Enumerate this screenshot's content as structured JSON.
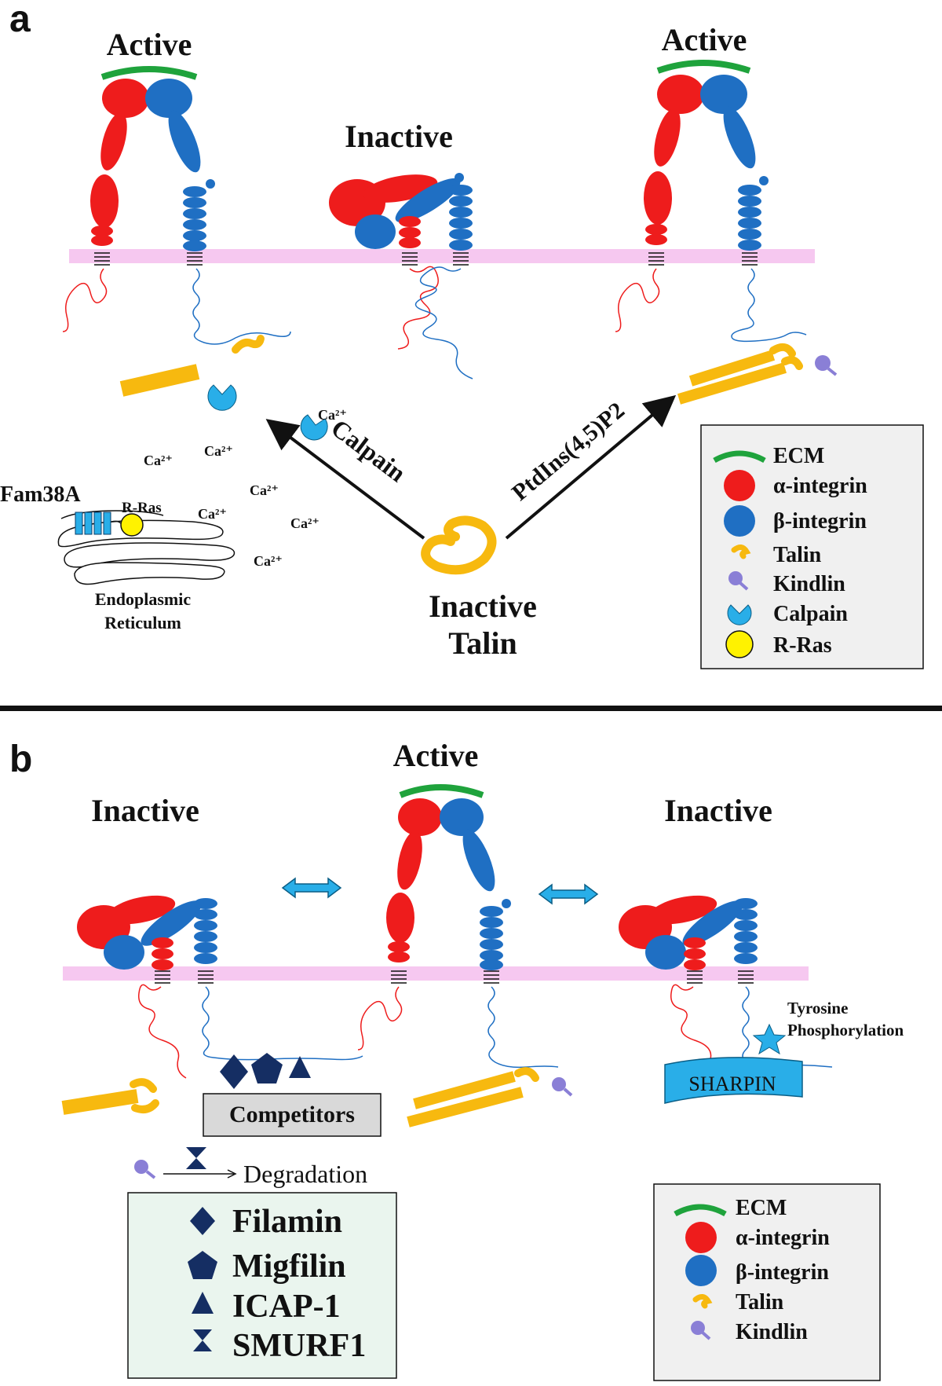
{
  "panel_a": {
    "letter": "a",
    "state_left": "Active",
    "state_center": "Inactive",
    "state_right": "Active",
    "calpain_label": "Calpain",
    "ptdins_label": "PtdIns(4,5)P2",
    "calcium_labels": [
      "Ca²⁺",
      "Ca²⁺",
      "Ca²⁺",
      "Ca²⁺",
      "Ca²⁺",
      "Ca²⁺",
      "Ca²⁺"
    ],
    "fam38a_label": "Fam38A",
    "rras_label": "R-Ras",
    "er_label_line1": "Endoplasmic",
    "er_label_line2": "Reticulum",
    "inactive_talin_line1": "Inactive",
    "inactive_talin_line2": "Talin",
    "legend": [
      {
        "icon": "ecm-icon",
        "label": "ECM"
      },
      {
        "icon": "alpha-integrin-icon",
        "label": "α-integrin"
      },
      {
        "icon": "beta-integrin-icon",
        "label": "β-integrin"
      },
      {
        "icon": "talin-icon",
        "label": "Talin"
      },
      {
        "icon": "kindlin-icon",
        "label": "Kindlin"
      },
      {
        "icon": "calpain-icon",
        "label": "Calpain"
      },
      {
        "icon": "r-ras-icon",
        "label": "R-Ras"
      }
    ]
  },
  "panel_b": {
    "letter": "b",
    "state_left": "Inactive",
    "state_center": "Active",
    "state_right": "Inactive",
    "competitors_label": "Competitors",
    "degradation_label": "Degradation",
    "tyrosine_line1": "Tyrosine",
    "tyrosine_line2": "Phosphorylation",
    "sharpin_label": "SHARPIN",
    "competitor_list": [
      {
        "icon": "diamond-icon",
        "label": "Filamin"
      },
      {
        "icon": "pentagon-icon",
        "label": "Migfilin"
      },
      {
        "icon": "triangle-icon",
        "label": "ICAP-1"
      },
      {
        "icon": "hourglass-icon",
        "label": "SMURF1"
      }
    ],
    "legend": [
      {
        "icon": "ecm-icon",
        "label": "ECM"
      },
      {
        "icon": "alpha-integrin-icon",
        "label": "α-integrin"
      },
      {
        "icon": "beta-integrin-icon",
        "label": "β-integrin"
      },
      {
        "icon": "talin-icon",
        "label": "Talin"
      },
      {
        "icon": "kindlin-icon",
        "label": "Kindlin"
      }
    ]
  },
  "colors": {
    "alpha_integrin": "#ee1c1c",
    "beta_integrin": "#1f6fc3",
    "talin": "#f7b90f",
    "kindlin": "#8a7fd6",
    "calpain": "#29aee8",
    "r_ras": "#fff200",
    "ecm": "#1fa33c",
    "membrane": "#f6c8f0",
    "competitor": "#152e63",
    "legend_bg_a": "#f0f0f0",
    "legend_bg_b": "#eaf5ee"
  }
}
